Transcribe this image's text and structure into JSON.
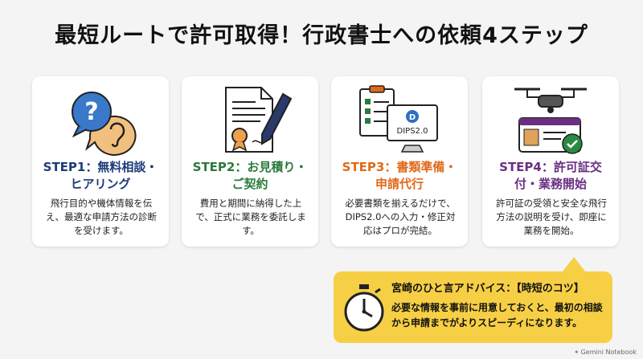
{
  "title": "最短ルートで許可取得！行政書士への依頼4ステップ",
  "steps": [
    {
      "heading": "STEP1：無料相談・ヒアリング",
      "description": "飛行目的や機体情報を伝え、最適な申請方法の診断を受けます。",
      "color": "#1d3c7a",
      "icon": "speech-bubble-ear-icon"
    },
    {
      "heading": "STEP2：お見積り・ご契約",
      "description": "費用と期間に納得した上で、正式に業務を委託します。",
      "color": "#2a7a3b",
      "icon": "contract-pen-icon"
    },
    {
      "heading": "STEP3：書類準備・申請代行",
      "description": "必要書類を揃えるだけで、DIPS2.0への入力・修正対応はプロが完結。",
      "color": "#e06a1a",
      "icon": "checklist-monitor-icon",
      "screen_text": "DIPS2.0"
    },
    {
      "heading": "STEP4：許可証交付・業務開始",
      "description": "許可証の受領と安全な飛行方法の説明を受け、即座に業務を開始。",
      "color": "#6a2f82",
      "icon": "drone-license-icon"
    }
  ],
  "advice": {
    "heading": "宮崎のひと言アドバイス：【時短のコツ】",
    "text": "必要な情報を事前に用意しておくと、最初の相談から申請までがよりスピーディになります。",
    "color": "#f7cf45",
    "icon": "stopwatch-icon"
  },
  "brand": "Gemini Notebook"
}
